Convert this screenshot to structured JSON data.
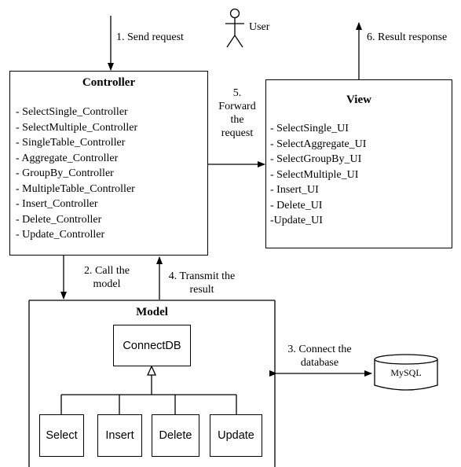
{
  "actor": {
    "label": "User"
  },
  "controller": {
    "title": "Controller",
    "items": [
      "- SelectSingle_Controller",
      "- SelectMultiple_Controller",
      "- SingleTable_Controller",
      "- Aggregate_Controller",
      "- GroupBy_Controller",
      "- MultipleTable_Controller",
      "- Insert_Controller",
      "- Delete_Controller",
      "- Update_Controller"
    ]
  },
  "view": {
    "title": "View",
    "items": [
      "- SelectSingle_UI",
      "- SelectAggregate_UI",
      "- SelectGroupBy_UI",
      "- SelectMultiple_UI",
      "- Insert_UI",
      "- Delete_UI",
      "-Update_UI"
    ]
  },
  "model": {
    "title": "Model",
    "base": "ConnectDB",
    "subclasses": [
      "Select",
      "Insert",
      "Delete",
      "Update"
    ]
  },
  "database": {
    "label": "MySQL"
  },
  "flows": {
    "step1": "1. Send request",
    "step2_line1": "2. Call the",
    "step2_line2": "model",
    "step3_line1": "3. Connect the",
    "step3_line2": "database",
    "step4_line1": "4. Transmit the",
    "step4_line2": "result",
    "step5_line1": "5.",
    "step5_line2": "Forward",
    "step5_line3": "the",
    "step5_line4": "request",
    "step6": "6. Result response"
  }
}
